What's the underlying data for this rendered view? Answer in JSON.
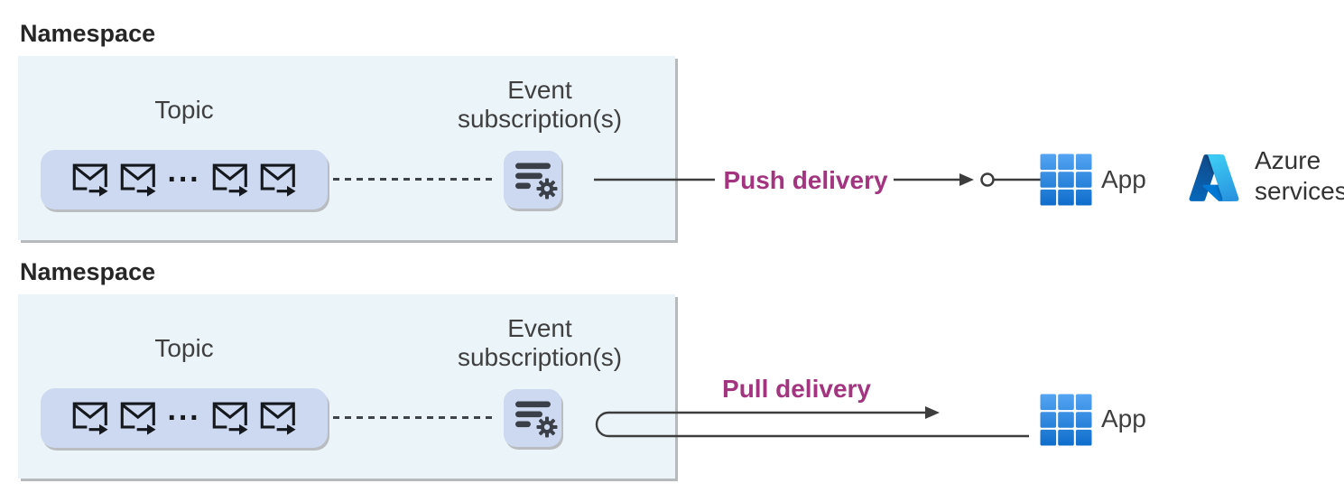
{
  "sections": [
    {
      "namespace_label": "Namespace",
      "topic_label": "Topic",
      "topic_ellipsis": "···",
      "subscription_line1": "Event",
      "subscription_line2": "subscription(s)",
      "delivery_label": "Push delivery",
      "app_label": "App",
      "azure_line1": "Azure",
      "azure_line2": "services"
    },
    {
      "namespace_label": "Namespace",
      "topic_label": "Topic",
      "topic_ellipsis": "···",
      "subscription_line1": "Event",
      "subscription_line2": "subscription(s)",
      "delivery_label": "Pull delivery",
      "app_label": "App"
    }
  ],
  "icons": {
    "topic_events": "envelope-arrow-icon",
    "event_subscription": "filter-settings-icon",
    "app": "app-grid-icon",
    "azure": "azure-logo-icon"
  },
  "colors": {
    "namespace_box_bg": "#ebf4f9",
    "topic_pill_bg": "#ccd9f0",
    "delivery_label_text": "#a3347f",
    "connector_line": "#3d3d3d",
    "label_text": "#3f3f3f",
    "title_text": "#262626",
    "app_gradient_top": "#55a5f3",
    "app_gradient_bottom": "#0e6dcb",
    "azure_blue": "#0078d4"
  }
}
